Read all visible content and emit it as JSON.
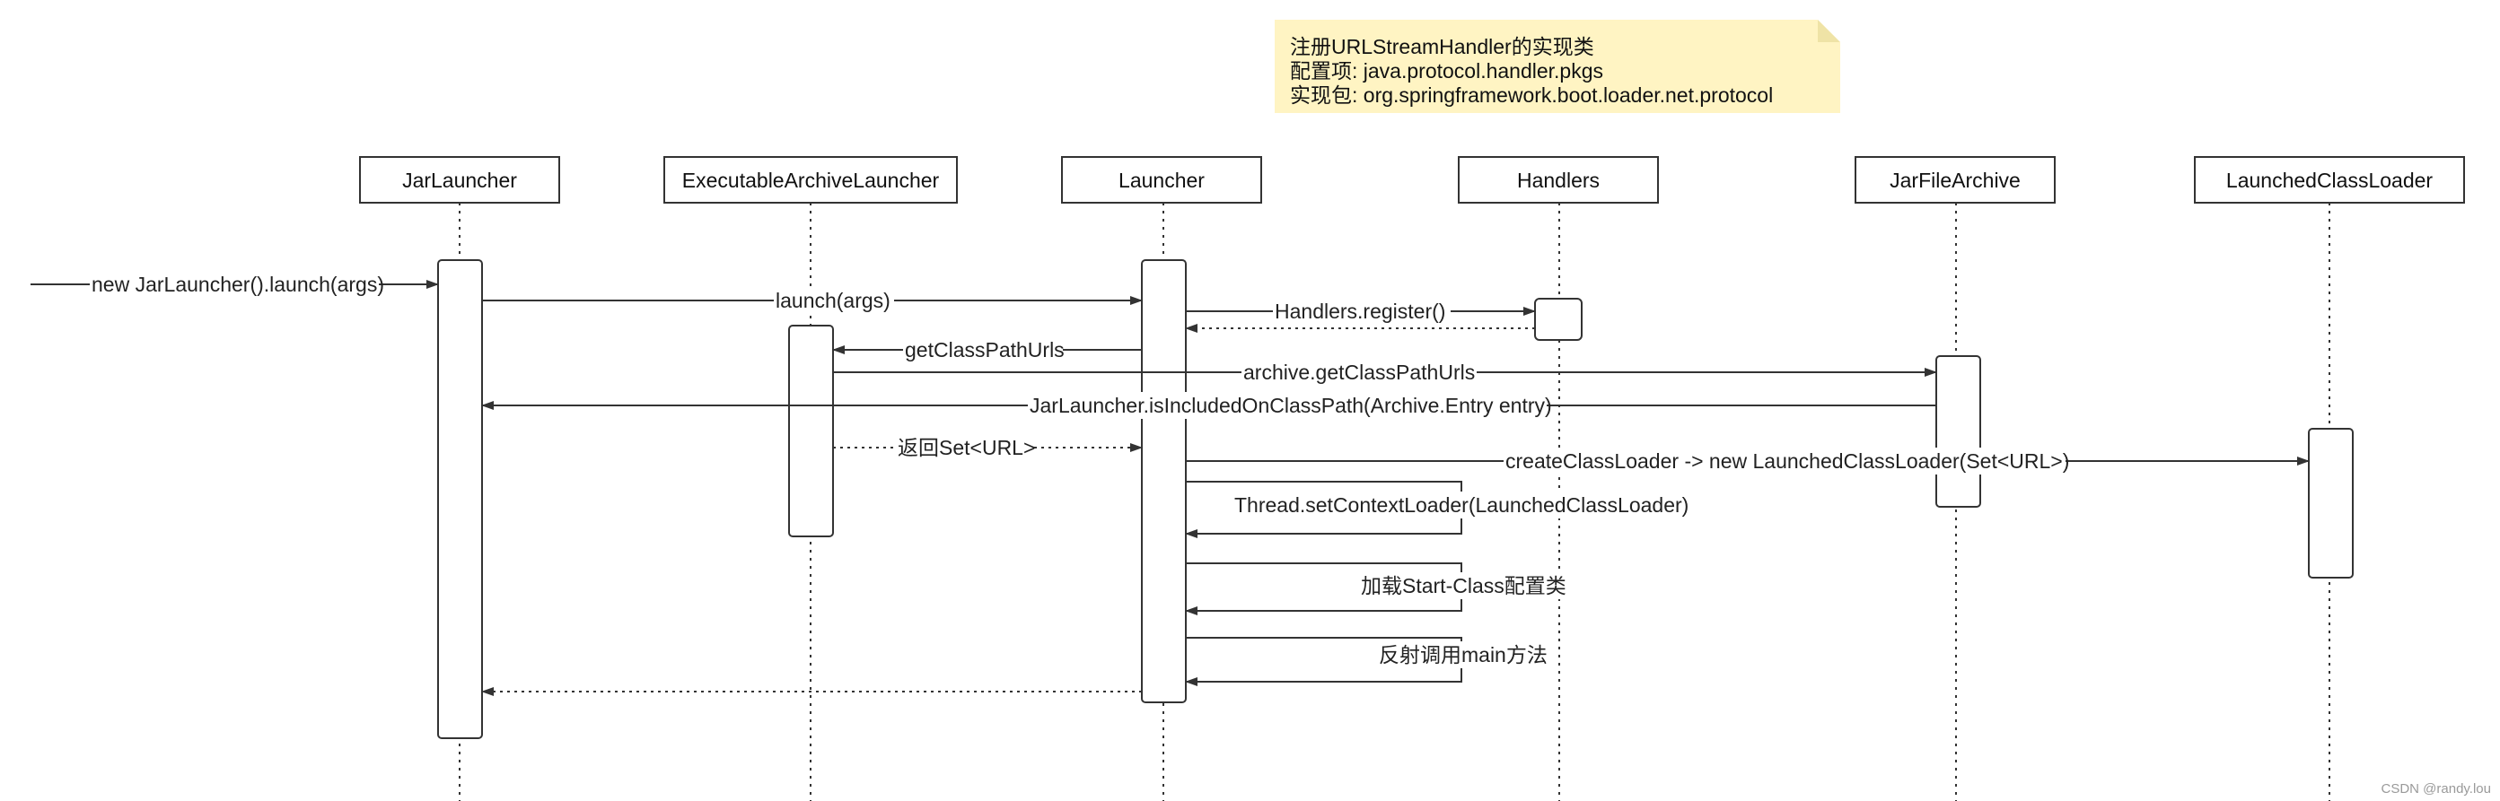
{
  "note": {
    "lines": [
      "注册URLStreamHandler的实现类",
      "配置项: java.protocol.handler.pkgs",
      "实现包: org.springframework.boot.loader.net.protocol"
    ],
    "fill": "#fff4c3",
    "fold_fill": "#efe3a6"
  },
  "participants": [
    {
      "id": "jarlauncher",
      "name": "JarLauncher"
    },
    {
      "id": "executable",
      "name": "ExecutableArchiveLauncher"
    },
    {
      "id": "launcher",
      "name": "Launcher"
    },
    {
      "id": "handlers",
      "name": "Handlers"
    },
    {
      "id": "jarfilearchive",
      "name": "JarFileArchive"
    },
    {
      "id": "launchedclassloader",
      "name": "LaunchedClassLoader"
    }
  ],
  "messages": [
    {
      "id": "msg-entry",
      "label": "new JarLauncher().launch(args)",
      "style": "solid"
    },
    {
      "id": "msg-launch",
      "label": "launch(args)",
      "style": "solid"
    },
    {
      "id": "msg-register",
      "label": "Handlers.register()",
      "style": "solid"
    },
    {
      "id": "msg-register-return",
      "label": "",
      "style": "dotted"
    },
    {
      "id": "msg-getclasspathurls",
      "label": "getClassPathUrls",
      "style": "solid"
    },
    {
      "id": "msg-archive-getclasspathurls",
      "label": "archive.getClassPathUrls",
      "style": "solid"
    },
    {
      "id": "msg-isincluded",
      "label": "JarLauncher.isIncludedOnClassPath(Archive.Entry entry)",
      "style": "solid"
    },
    {
      "id": "msg-return-set",
      "label": "返回Set<URL>",
      "style": "dotted"
    },
    {
      "id": "msg-createclassloader",
      "label": "createClassLoader -> new LaunchedClassLoader(Set<URL>)",
      "style": "solid"
    },
    {
      "id": "msg-setcontextloader",
      "label": "Thread.setContextLoader(LaunchedClassLoader)",
      "style": "self"
    },
    {
      "id": "msg-load-startclass",
      "label": "加载Start-Class配置类",
      "style": "self"
    },
    {
      "id": "msg-invoke-main",
      "label": "反射调用main方法",
      "style": "self"
    },
    {
      "id": "msg-final-return",
      "label": "",
      "style": "dotted"
    }
  ],
  "watermark": "CSDN @randy.lou",
  "colors": {
    "line": "#333333",
    "activation_fill": "#ffffff",
    "background": "#ffffff"
  }
}
